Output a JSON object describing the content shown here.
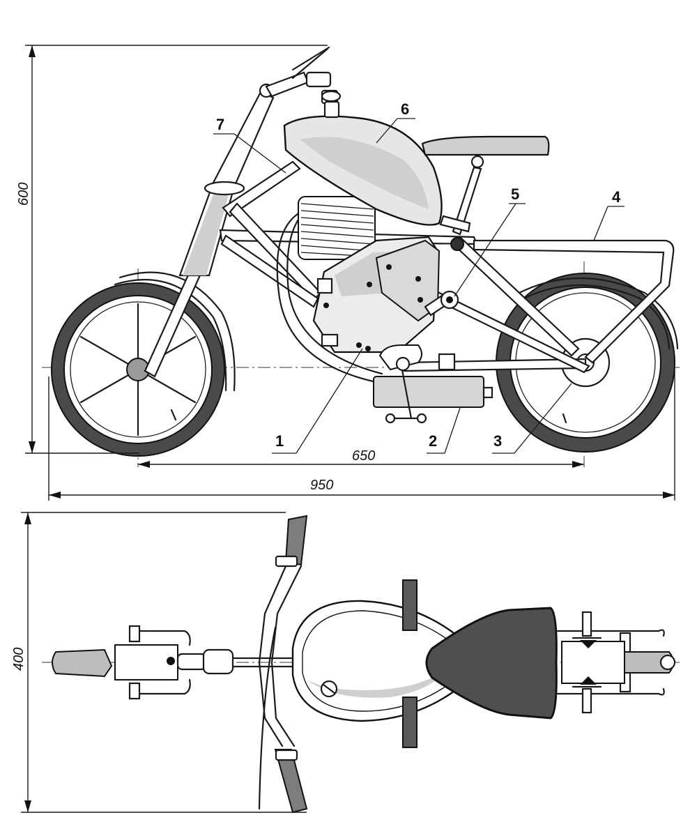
{
  "dimensions": {
    "height_side": "600",
    "wheelbase": "650",
    "overall_length": "950",
    "width_top": "400"
  },
  "callouts": [
    {
      "id": "1",
      "label": "1"
    },
    {
      "id": "2",
      "label": "2"
    },
    {
      "id": "3",
      "label": "3"
    },
    {
      "id": "4",
      "label": "4"
    },
    {
      "id": "5",
      "label": "5"
    },
    {
      "id": "6",
      "label": "6"
    },
    {
      "id": "7",
      "label": "7"
    }
  ]
}
